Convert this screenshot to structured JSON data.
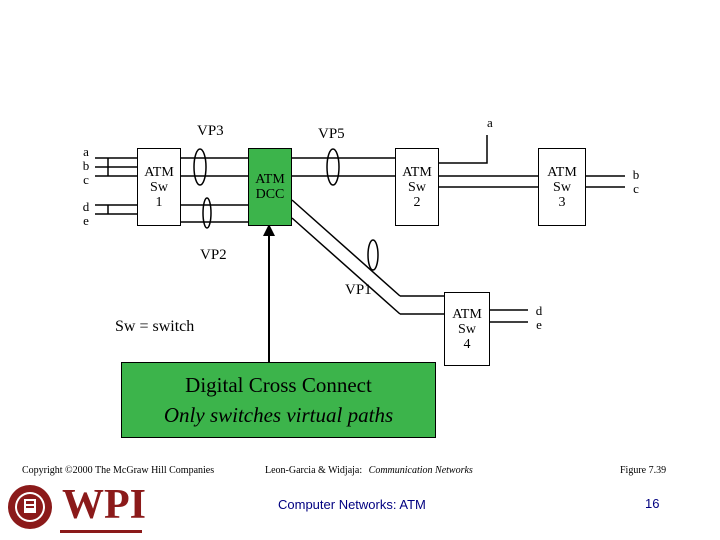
{
  "diagram": {
    "switches": {
      "sw1": [
        "ATM",
        "Sw",
        "1"
      ],
      "dcc": [
        "ATM",
        "DCC"
      ],
      "sw2": [
        "ATM",
        "Sw",
        "2"
      ],
      "sw3": [
        "ATM",
        "Sw",
        "3"
      ],
      "sw4": [
        "ATM",
        "Sw",
        "4"
      ]
    },
    "vp_labels": {
      "vp3": "VP3",
      "vp5": "VP5",
      "vp2": "VP2",
      "vp1": "VP1"
    },
    "endpoints": {
      "left_top": [
        "a",
        "b",
        "c"
      ],
      "left_bottom": [
        "d",
        "e"
      ],
      "top_a": "a",
      "right_bc": [
        "b",
        "c"
      ],
      "right_de": [
        "d",
        "e"
      ]
    },
    "legend": "Sw = switch",
    "callout": {
      "line1": "Digital Cross Connect",
      "line2": "Only switches virtual paths"
    },
    "colors": {
      "dcc_fill": "#3cb44b",
      "line": "#000000"
    }
  },
  "footer": {
    "copyright": "Copyright ©2000 The McGraw Hill Companies",
    "citation_authors": "Leon-Garcia & Widjaja:",
    "citation_title": "Communication Networks",
    "figure": "Figure 7.39",
    "course": "Computer Networks: ATM",
    "page": "16",
    "logo_text": "WPI"
  }
}
